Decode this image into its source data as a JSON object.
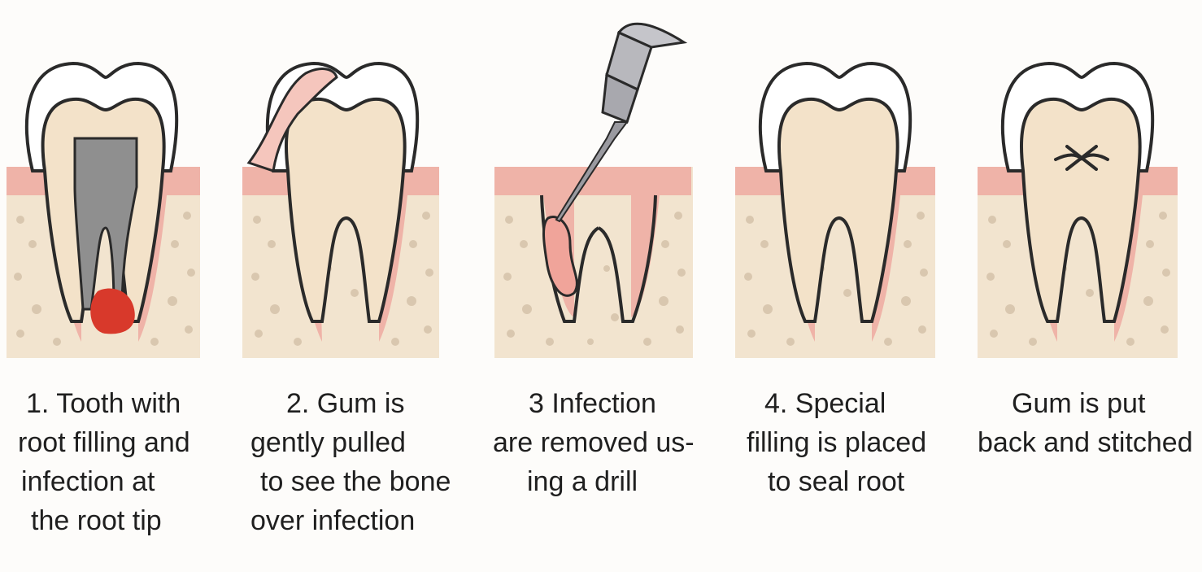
{
  "palette": {
    "bone": "#f2e4cf",
    "bone_dot": "#d9c7af",
    "gum": "#efb3a8",
    "gum_dark": "#e59a8f",
    "tooth": "#f3e2c9",
    "enamel": "#ffffff",
    "outline": "#2a2a2a",
    "filling": "#8f8f8f",
    "infection": "#d8392b",
    "tool": "#b8b8bd"
  },
  "steps": [
    {
      "lines": [
        "1. Tooth with",
        "root filling and",
        "infection at",
        "the root tip"
      ]
    },
    {
      "lines": [
        "2. Gum is",
        "gently pulled",
        "to see the bone",
        "over infection"
      ]
    },
    {
      "lines": [
        "3 Infection",
        "are removed us-",
        "ing a drill"
      ]
    },
    {
      "lines": [
        "4. Special",
        "filling is placed",
        "to seal root"
      ]
    },
    {
      "lines": [
        "Gum is put",
        "back and stitched"
      ]
    }
  ]
}
